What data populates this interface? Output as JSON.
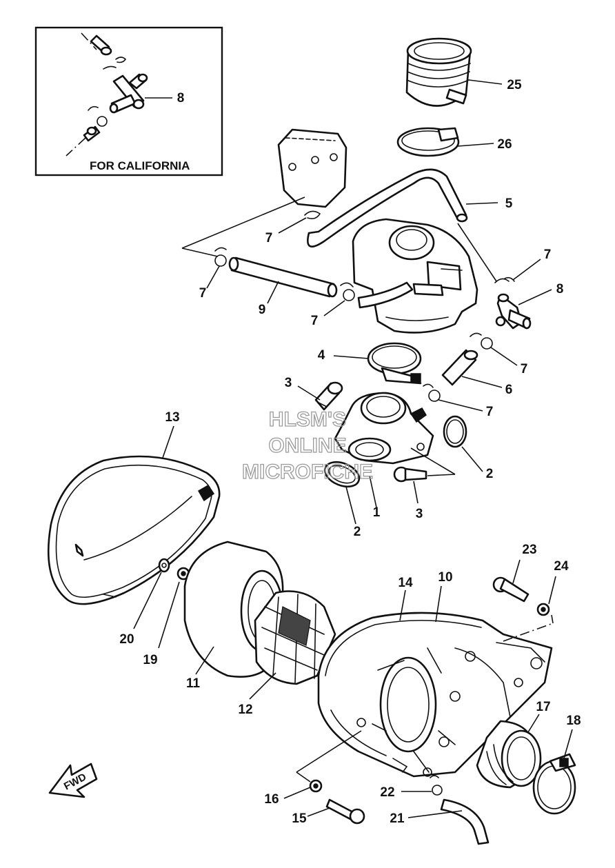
{
  "inset": {
    "caption": "FOR CALIFORNIA",
    "callout": "8"
  },
  "direction_arrow": {
    "label": "FWD"
  },
  "watermark": {
    "line1": "HLSM'S",
    "line2": "ONLINE",
    "line3": "MICROFICHE"
  },
  "callouts": [
    {
      "id": "c25",
      "label": "25"
    },
    {
      "id": "c26",
      "label": "26"
    },
    {
      "id": "c5",
      "label": "5"
    },
    {
      "id": "c7a",
      "label": "7"
    },
    {
      "id": "c7b",
      "label": "7"
    },
    {
      "id": "c9",
      "label": "9"
    },
    {
      "id": "c7c",
      "label": "7"
    },
    {
      "id": "c7d",
      "label": "7"
    },
    {
      "id": "c8",
      "label": "8"
    },
    {
      "id": "c7e",
      "label": "7"
    },
    {
      "id": "c4",
      "label": "4"
    },
    {
      "id": "c6",
      "label": "6"
    },
    {
      "id": "c3a",
      "label": "3"
    },
    {
      "id": "c7f",
      "label": "7"
    },
    {
      "id": "c13",
      "label": "13"
    },
    {
      "id": "c2a",
      "label": "2"
    },
    {
      "id": "c1",
      "label": "1"
    },
    {
      "id": "c3b",
      "label": "3"
    },
    {
      "id": "c2b",
      "label": "2"
    },
    {
      "id": "c23",
      "label": "23"
    },
    {
      "id": "c24",
      "label": "24"
    },
    {
      "id": "c14",
      "label": "14"
    },
    {
      "id": "c10",
      "label": "10"
    },
    {
      "id": "c20",
      "label": "20"
    },
    {
      "id": "c19",
      "label": "19"
    },
    {
      "id": "c11",
      "label": "11"
    },
    {
      "id": "c12",
      "label": "12"
    },
    {
      "id": "c17",
      "label": "17"
    },
    {
      "id": "c18",
      "label": "18"
    },
    {
      "id": "c16",
      "label": "16"
    },
    {
      "id": "c22",
      "label": "22"
    },
    {
      "id": "c15",
      "label": "15"
    },
    {
      "id": "c21",
      "label": "21"
    }
  ]
}
